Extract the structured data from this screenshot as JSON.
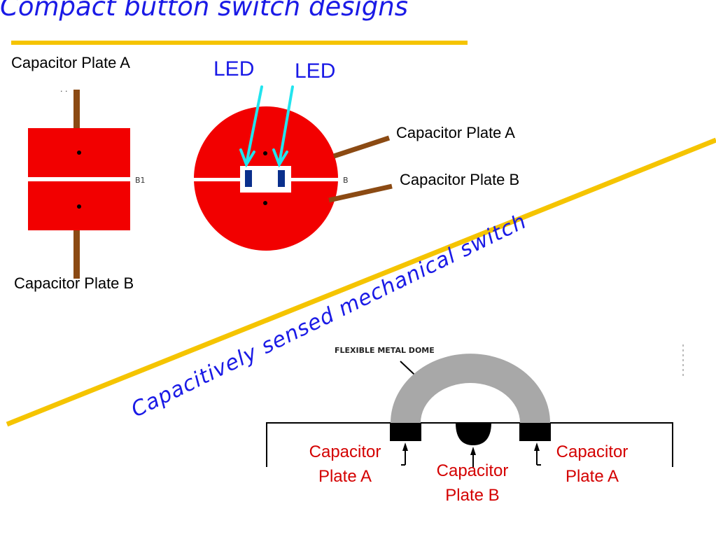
{
  "title": "Compact button switch designs",
  "diagonal_caption": "Capacitively sensed mechanical switch",
  "rect_design": {
    "plate_a_label": "Capacitor Plate A",
    "plate_b_label": "Capacitor Plate B",
    "marker_label": "B1"
  },
  "round_design": {
    "led_label_left": "LED",
    "led_label_right": "LED",
    "plate_a_label": "Capacitor Plate A",
    "plate_b_label": "Capacitor Plate B",
    "marker_label": "B"
  },
  "dome_design": {
    "dome_label": "FLEXIBLE METAL DOME",
    "left_plate_a": {
      "line1": "Capacitor",
      "line2": "Plate A"
    },
    "center_plate_b": {
      "line1": "Capacitor",
      "line2": "Plate B"
    },
    "right_plate_a": {
      "line1": "Capacitor",
      "line2": "Plate A"
    }
  },
  "colors": {
    "title_blue": "#1a1ae6",
    "rule_yellow": "#f5c400",
    "pad_red": "#f20000",
    "lead_brown": "#8b4a13",
    "arrow_cyan": "#22e4ee",
    "led_navy": "#0a2f8c",
    "label_red": "#d40000",
    "dome_gray": "#a8a8a8"
  }
}
